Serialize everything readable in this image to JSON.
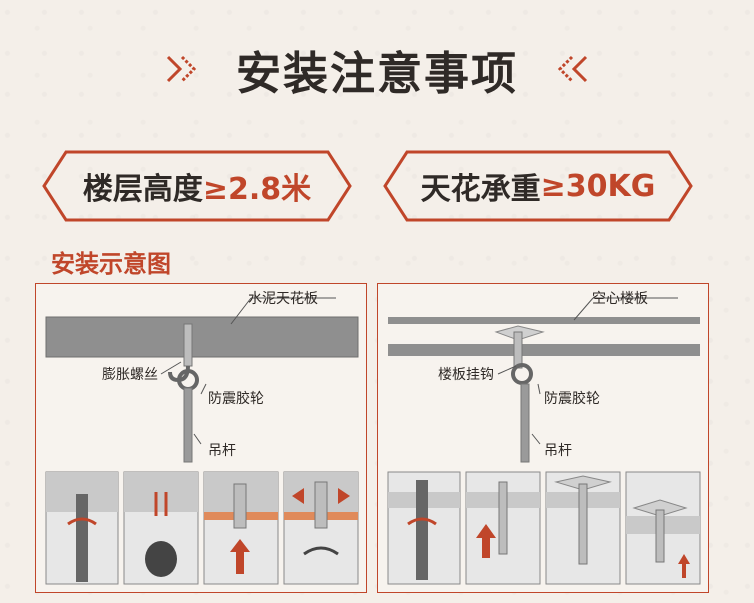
{
  "title": "安装注意事项",
  "badges": {
    "height": {
      "text": "楼层高度",
      "value": "≥2.8米"
    },
    "load": {
      "text": "天花承重",
      "value": "≥30KG"
    }
  },
  "section_title": "安装示意图",
  "left_panel": {
    "ceiling_label": "水泥天花板",
    "bolt_label": "膨胀螺丝",
    "rubber_label": "防震胶轮",
    "rod_label": "吊杆"
  },
  "right_panel": {
    "ceiling_label": "空心楼板",
    "hook_label": "楼板挂钩",
    "rubber_label": "防震胶轮",
    "rod_label": "吊杆"
  },
  "colors": {
    "accent": "#c0462a",
    "text": "#2f2a27",
    "concrete": "#8f8f8f"
  }
}
